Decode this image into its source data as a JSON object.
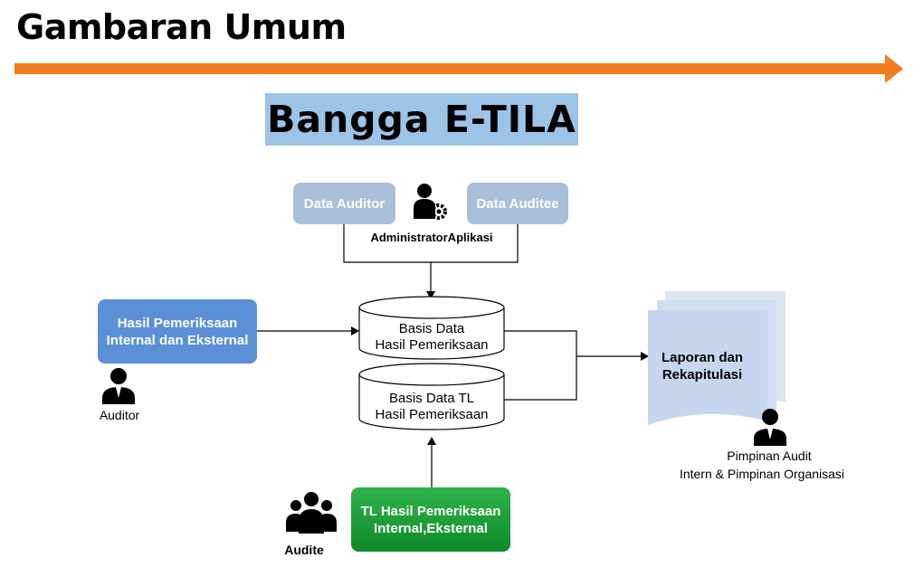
{
  "page": {
    "title": "Gambaran Umum",
    "brand": "Bangga E-TILA"
  },
  "colors": {
    "arrow": "#f47b20",
    "brand_bg": "#9dc3e6",
    "data_box": "#a7bfd8",
    "hasil_box": "#5b8fd7",
    "tl_box": "#169c35",
    "report": "#c6d6ee"
  },
  "admin": {
    "data_auditor": "Data Auditor",
    "data_auditee": "Data Auditee",
    "label": "AdministratorAplikasi",
    "icon": "admin-gear-icon"
  },
  "hasil": {
    "label": "Hasil Pemeriksaan Internal dan Eksternal",
    "actor": "Auditor",
    "icon": "person-icon"
  },
  "databases": {
    "db1": [
      "Basis Data",
      "Hasil Pemeriksaan"
    ],
    "db2": [
      "Basis Data TL",
      "Hasil Pemeriksaan"
    ]
  },
  "tl": {
    "label": "TL Hasil Pemeriksaan Internal,Eksternal",
    "actor": "Audite",
    "icon": "group-icon"
  },
  "report": {
    "label": "Laporan dan Rekapitulasi",
    "actor_line1": "Pimpinan Audit",
    "actor_line2": "Intern & Pimpinan Organisasi",
    "icon": "person-icon"
  }
}
